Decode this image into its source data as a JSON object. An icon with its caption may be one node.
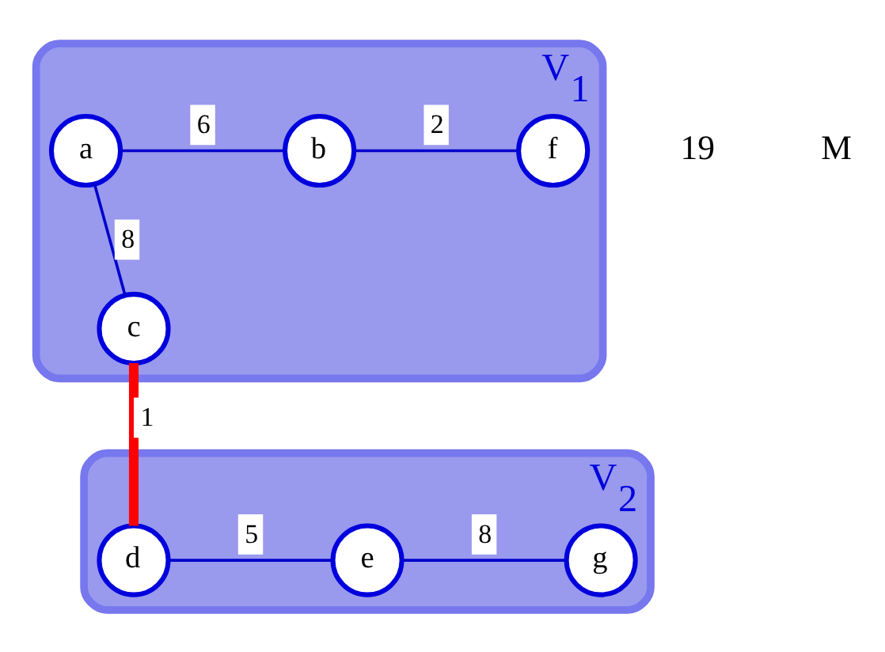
{
  "diagram": {
    "nodes": [
      {
        "text": [
          "V$_{1}$"
        ]
      },
      {
        "text": [
          "a"
        ],
        "in": 0
      },
      {
        "text": [
          "b"
        ],
        "in": 0
      },
      {
        "text": [
          "f"
        ],
        "in": 0
      },
      {
        "text": [
          "c"
        ],
        "in": 0
      },
      {
        "text": [
          "V$_{2}$"
        ]
      },
      {
        "text": [
          "d"
        ],
        "in": 5
      },
      {
        "text": [
          "e"
        ],
        "in": 5
      },
      {
        "text": [
          "g"
        ],
        "in": 5
      }
    ],
    "edges": [
      {
        "from": 1,
        "to": 2,
        "arrow": "none",
        "label": "6"
      },
      {
        "from": 2,
        "to": 3,
        "arrow": "none",
        "label": "2"
      },
      {
        "from": 1,
        "to": 4,
        "arrow": "none",
        "label": "8"
      },
      {
        "from": 4,
        "to": 6,
        "arrow": "none",
        "label": "1",
        "style": "thick",
        "color": "#ff0000"
      },
      {
        "from": 6,
        "to": 7,
        "arrow": "none",
        "label": "5"
      },
      {
        "from": 7,
        "to": 8,
        "arrow": "none",
        "label": "8"
      }
    ],
    "labels": [
      "19",
      "M"
    ]
  }
}
